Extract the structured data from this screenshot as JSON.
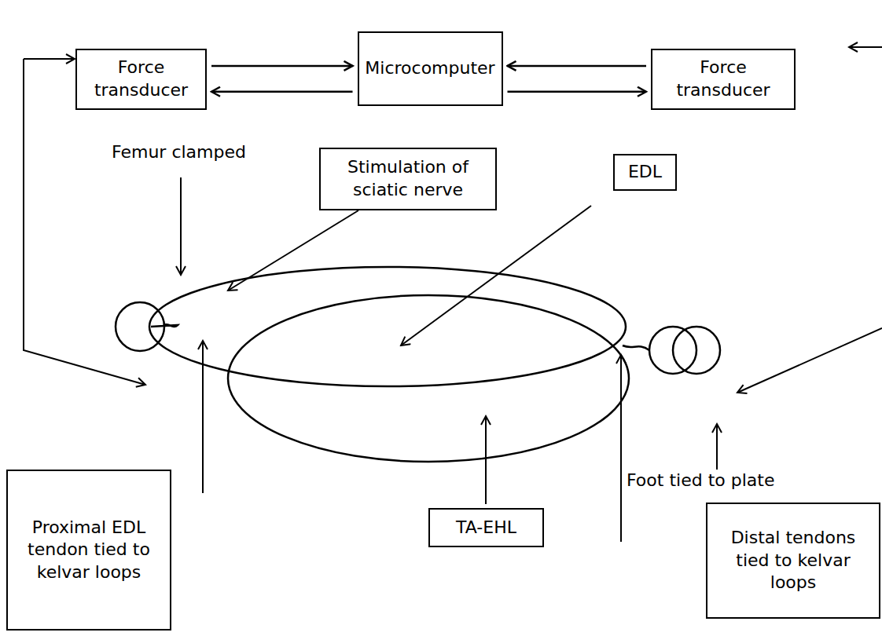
{
  "diagram": {
    "nodes": [
      {
        "text": [
          "Force transducer"
        ]
      },
      {
        "text": [
          "Microcomputer"
        ]
      },
      {
        "text": [
          "Force transducer"
        ]
      },
      {
        "text": [
          "Stimulation of sciatic nerve"
        ]
      },
      {
        "text": [
          "EDL"
        ]
      },
      {
        "text": [
          "Proximal EDL tendon tied to kelvar loops"
        ]
      },
      {
        "text": [
          "TA-EHL"
        ]
      },
      {
        "text": [
          "Distal tendons tied to kelvar loops"
        ]
      }
    ],
    "edges": [
      {
        "from": 0,
        "to": 1,
        "arrow": "to"
      },
      {
        "from": 1,
        "to": 0,
        "arrow": "to"
      },
      {
        "from": 2,
        "to": 1,
        "arrow": "to"
      },
      {
        "from": 1,
        "to": 2,
        "arrow": "to"
      }
    ],
    "labels": [
      "Femur clamped",
      "Foot tied to plate"
    ]
  }
}
